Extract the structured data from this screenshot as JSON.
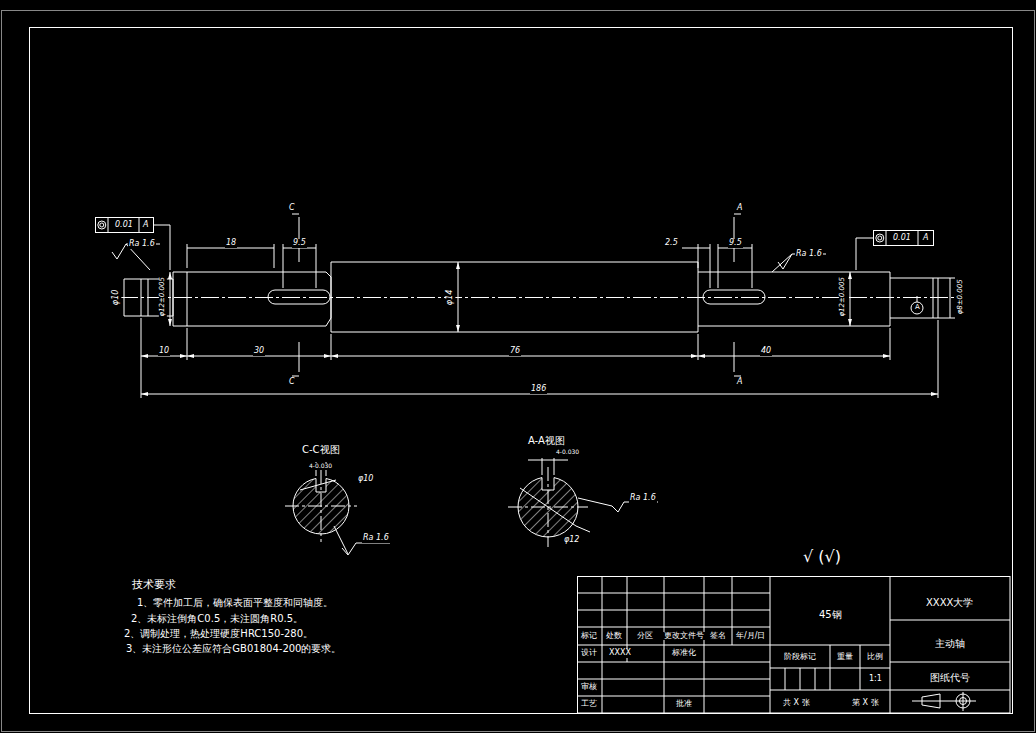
{
  "diagram": {
    "labels": [
      "0.01",
      "A",
      "Ra 1.6",
      "18",
      "9.5",
      "C",
      "C",
      "2.5",
      "9.5",
      "A",
      "A",
      "Ra 1.6",
      "0.01",
      "A",
      "φ10",
      "φ12±0.005",
      "φ14",
      "φ12±0.005",
      "φ8±0.005",
      "A",
      "10",
      "30",
      "76",
      "40",
      "186",
      "C-C视图",
      "4-0.030",
      "φ10",
      "Ra 1.6",
      "A-A视图",
      "4-0.030",
      "Ra 1.6",
      "φ12",
      "√ (√)",
      "技术要求",
      "1、零件加工后，确保表面平整度和同轴度。",
      "2、未标注倒角C0.5，未注圆角R0.5。",
      "2、调制处理，热处理硬度HRC150-280。",
      "3、未注形位公差应符合GB01804-200的要求。",
      "45钢",
      "XXXX大学",
      "主动轴",
      "图纸代号",
      "标记",
      "处数",
      "分区",
      "更改文件号",
      "签名",
      "年/月/日",
      "设计",
      "XXXX",
      "标准化",
      "阶段标记",
      "重量",
      "比例",
      "1:1",
      "审核",
      "工艺",
      "批准",
      "共 X 张",
      "第 X 张"
    ]
  }
}
